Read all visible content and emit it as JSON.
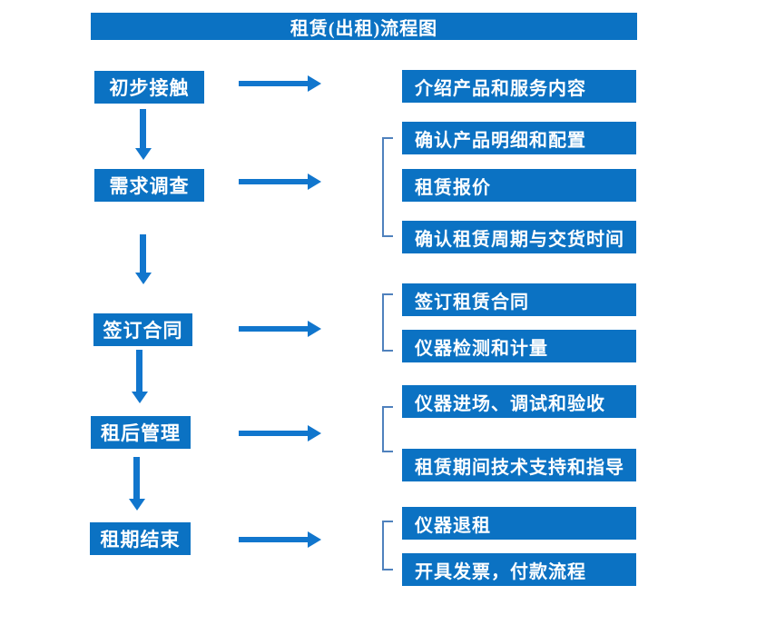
{
  "title": "租赁(出租)流程图",
  "colors": {
    "box_blue": "#0B72C3",
    "arrow_blue": "#1176CD",
    "bracket_blue": "#4F81BD",
    "text": "#FFFFFF",
    "background": "#FFFFFF"
  },
  "flow": [
    {
      "step": "初步接触",
      "details": [
        "介绍产品和服务内容"
      ]
    },
    {
      "step": "需求调查",
      "details": [
        "确认产品明细和配置",
        "租赁报价",
        "确认租赁周期与交货时间"
      ]
    },
    {
      "step": "签订合同",
      "details": [
        "签订租赁合同",
        "仪器检测和计量"
      ]
    },
    {
      "step": "租后管理",
      "details": [
        "仪器进场、调试和验收",
        "租赁期间技术支持和指导"
      ]
    },
    {
      "step": "租期结束",
      "details": [
        "仪器退租",
        "开具发票，付款流程"
      ]
    }
  ]
}
